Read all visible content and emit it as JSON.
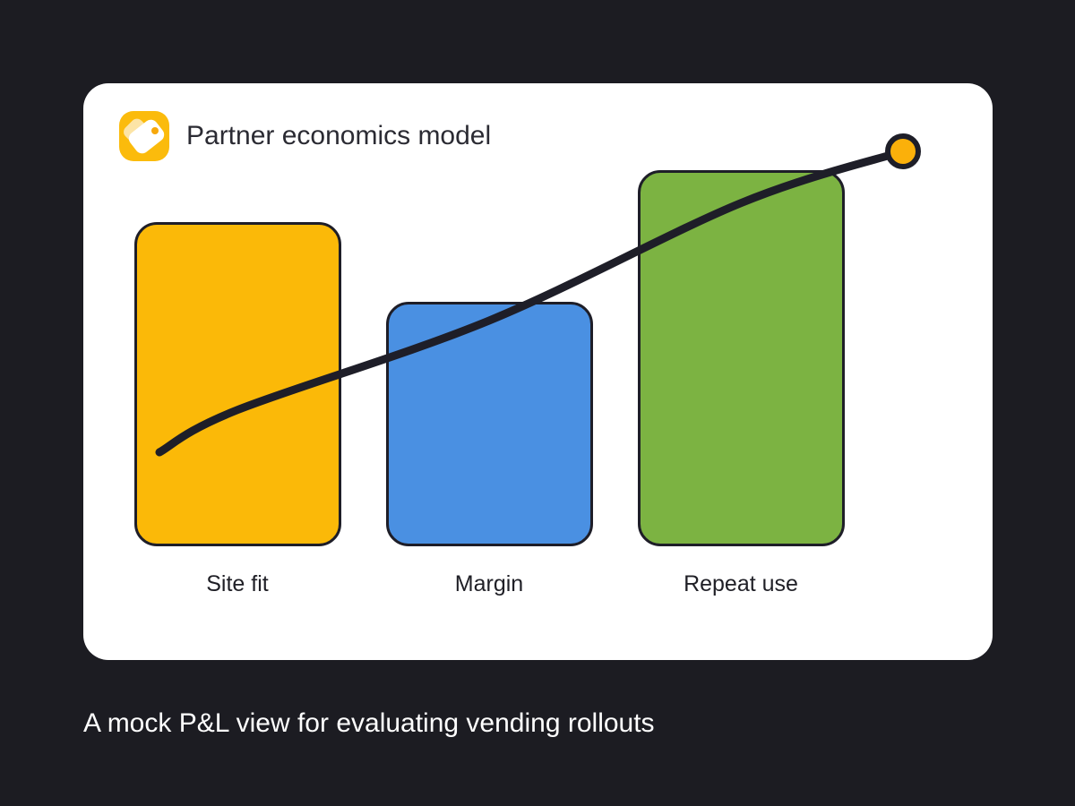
{
  "page": {
    "background_color": "#1C1C22",
    "caption": "A mock P&L view for evaluating vending rollouts"
  },
  "card": {
    "title": "Partner economics model",
    "background_color": "#FFFFFF",
    "icon": "price-tag-icon",
    "icon_color": "#FBBB0C",
    "icon_inner_tag_color": "#FCE4A6",
    "icon_hole_color": "#F7A80B"
  },
  "chart_data": {
    "type": "bar",
    "title": "Partner economics model",
    "categories": [
      "Site fit",
      "Margin",
      "Repeat use"
    ],
    "values": [
      69,
      52,
      80
    ],
    "colors": [
      "#FBB908",
      "#4A90E2",
      "#7CB342"
    ],
    "ylim": [
      0,
      100
    ],
    "xlabel": "",
    "ylabel": "",
    "grid": false,
    "legend": false,
    "bar_outline_color": "#1E1E28",
    "trend_line": {
      "points": [
        "start",
        "Site fit",
        "Margin",
        "Repeat use",
        "endpoint"
      ],
      "values": [
        20,
        29,
        48,
        73,
        84
      ],
      "color": "#1E1E28",
      "stroke_width": 9,
      "marker": "circle-at-end",
      "marker_color": "#FBB00A"
    }
  }
}
